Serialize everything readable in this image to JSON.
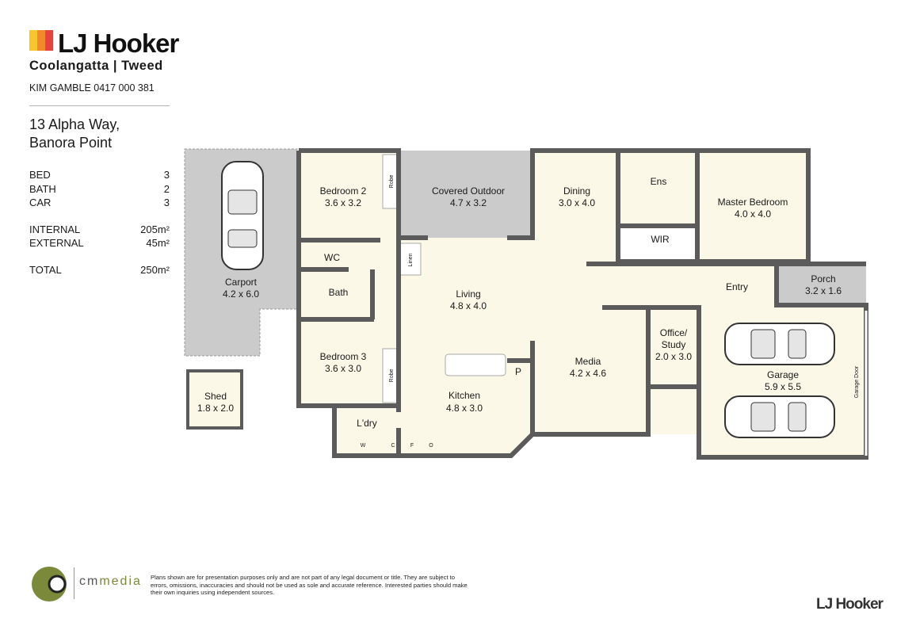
{
  "header": {
    "brand": "LJ Hooker",
    "office": "Coolangatta | Tweed",
    "agent": "KIM GAMBLE 0417 000 381",
    "brand_colors": [
      "#f7c52d",
      "#f08a2b",
      "#e8423f"
    ]
  },
  "address": {
    "line1": "13 Alpha Way,",
    "line2": "Banora Point"
  },
  "stats": [
    {
      "label": "BED",
      "value": "3"
    },
    {
      "label": "BATH",
      "value": "2"
    },
    {
      "label": "CAR",
      "value": "3"
    },
    {
      "label": "INTERNAL",
      "value": "205m²"
    },
    {
      "label": "EXTERNAL",
      "value": "45m²"
    },
    {
      "label": "TOTAL",
      "value": "250m²"
    }
  ],
  "rooms": {
    "carport": {
      "name": "Carport",
      "size": "4.2 x 6.0"
    },
    "shed": {
      "name": "Shed",
      "size": "1.8 x 2.0"
    },
    "bedroom2": {
      "name": "Bedroom 2",
      "size": "3.6 x 3.2"
    },
    "covered": {
      "name": "Covered Outdoor",
      "size": "4.7 x 3.2"
    },
    "dining": {
      "name": "Dining",
      "size": "3.0 x 4.0"
    },
    "ens": {
      "name": "Ens"
    },
    "wir": {
      "name": "WIR"
    },
    "master": {
      "name": "Master Bedroom",
      "size": "4.0 x 4.0"
    },
    "wc": {
      "name": "WC"
    },
    "bath": {
      "name": "Bath"
    },
    "living": {
      "name": "Living",
      "size": "4.8 x 4.0"
    },
    "entry": {
      "name": "Entry"
    },
    "porch": {
      "name": "Porch",
      "size": "3.2 x 1.6"
    },
    "bedroom3": {
      "name": "Bedroom 3",
      "size": "3.6 x 3.0"
    },
    "kitchen": {
      "name": "Kitchen",
      "size": "4.8 x 3.0"
    },
    "laundry": {
      "name": "L'dry"
    },
    "media": {
      "name": "Media",
      "size": "4.2 x 4.6"
    },
    "office": {
      "name1": "Office/",
      "name2": "Study",
      "size": "2.0 x 3.0"
    },
    "garage": {
      "name": "Garage",
      "size": "5.9 x 5.5",
      "door": "Garage Door"
    }
  },
  "fixtures": {
    "robe": "Robe",
    "linen": "Linen",
    "pantry": "P",
    "washer": "W",
    "cupboard": "C",
    "fridge": "F",
    "oven": "O"
  },
  "colors": {
    "room": "#fbf8e8",
    "outdoor": "#cbcbcb",
    "wall": "#5b5b5b"
  },
  "footer": {
    "cm_a": "cm",
    "cm_b": "media",
    "disclaimer": "Plans shown are for presentation purposes only and are not part of any legal document or title. They are subject to errors, omissions, inaccuracies and should not be used as sole and accurate reference.  Interested parties should make their own inquiries using independent sources.",
    "brand": "LJ Hooker"
  }
}
